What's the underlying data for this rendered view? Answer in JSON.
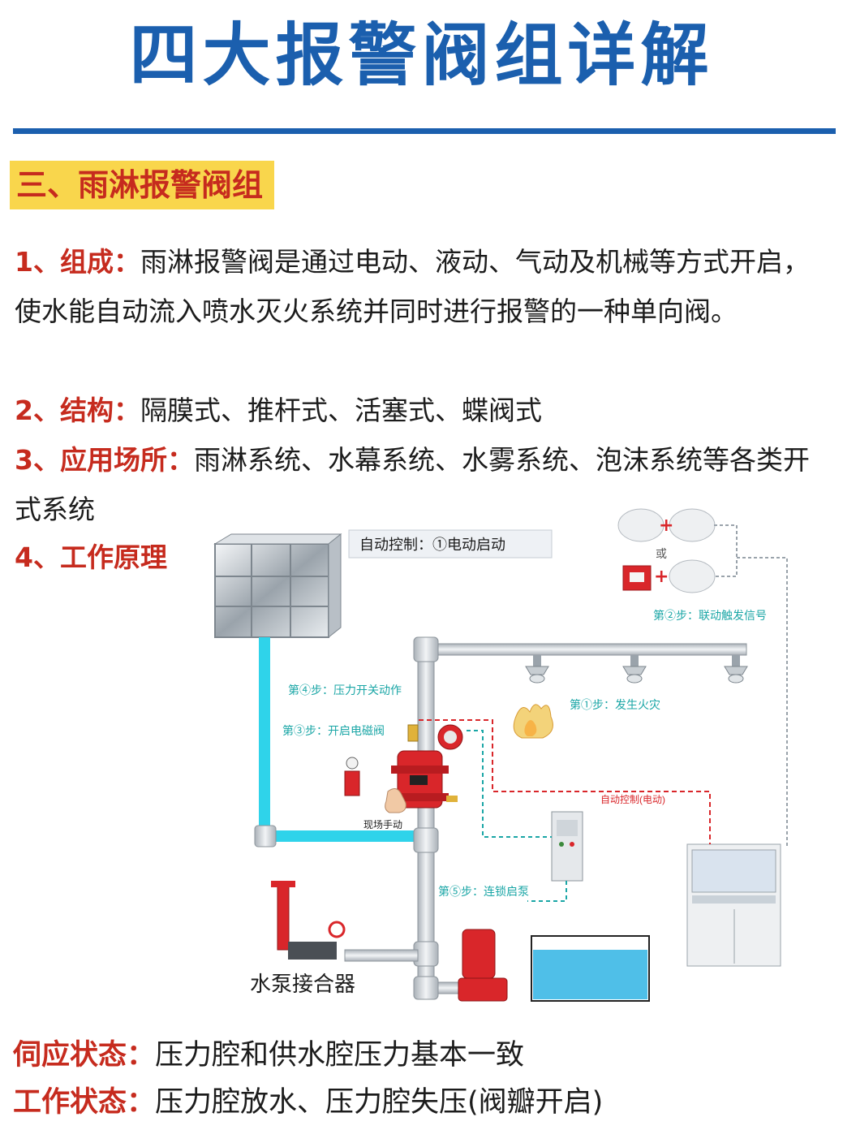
{
  "title": "四大报警阀组详解",
  "section": "三、雨淋报警阀组",
  "composition": {
    "label": "1、组成：",
    "text": "雨淋报警阀是通过电动、液动、气动及机械等方式开启，使水能自动流入喷水灭火系统并同时进行报警的一种单向阀。"
  },
  "structure": {
    "label": "2、结构：",
    "text": "隔膜式、推杆式、活塞式、蝶阀式"
  },
  "application": {
    "label": "3、应用场所：",
    "text": "雨淋系统、水幕系统、水雾系统、泡沫系统等各类开式系统"
  },
  "principle": {
    "label": "4、工作原理"
  },
  "diagram": {
    "auto_control_box": "自动控制：①电动启动",
    "or_label": "或",
    "step2": "第②步：联动触发信号",
    "step4": "第④步：压力开关动作",
    "step3": "第③步：开启电磁阀",
    "step1": "第①步：发生火灾",
    "auto_control_electric": "自动控制(电动)",
    "manual_onsite": "现场手动",
    "step5": "第⑤步：连锁启泵",
    "pump_adapter": "水泵接合器"
  },
  "standby": {
    "label": "伺应状态：",
    "text": "压力腔和供水腔压力基本一致"
  },
  "working": {
    "label": "工作状态：",
    "text": "压力腔放水、压力腔失压(阀瓣开启)"
  },
  "colors": {
    "title_blue": "#1b5fae",
    "label_red": "#c62b1e",
    "badge_yellow": "#f9d64c",
    "water_cyan": "#2fd3ea",
    "signal_red": "#d9262a",
    "signal_teal": "#1aa6a6",
    "pipe_gray": "#c9ced3"
  }
}
